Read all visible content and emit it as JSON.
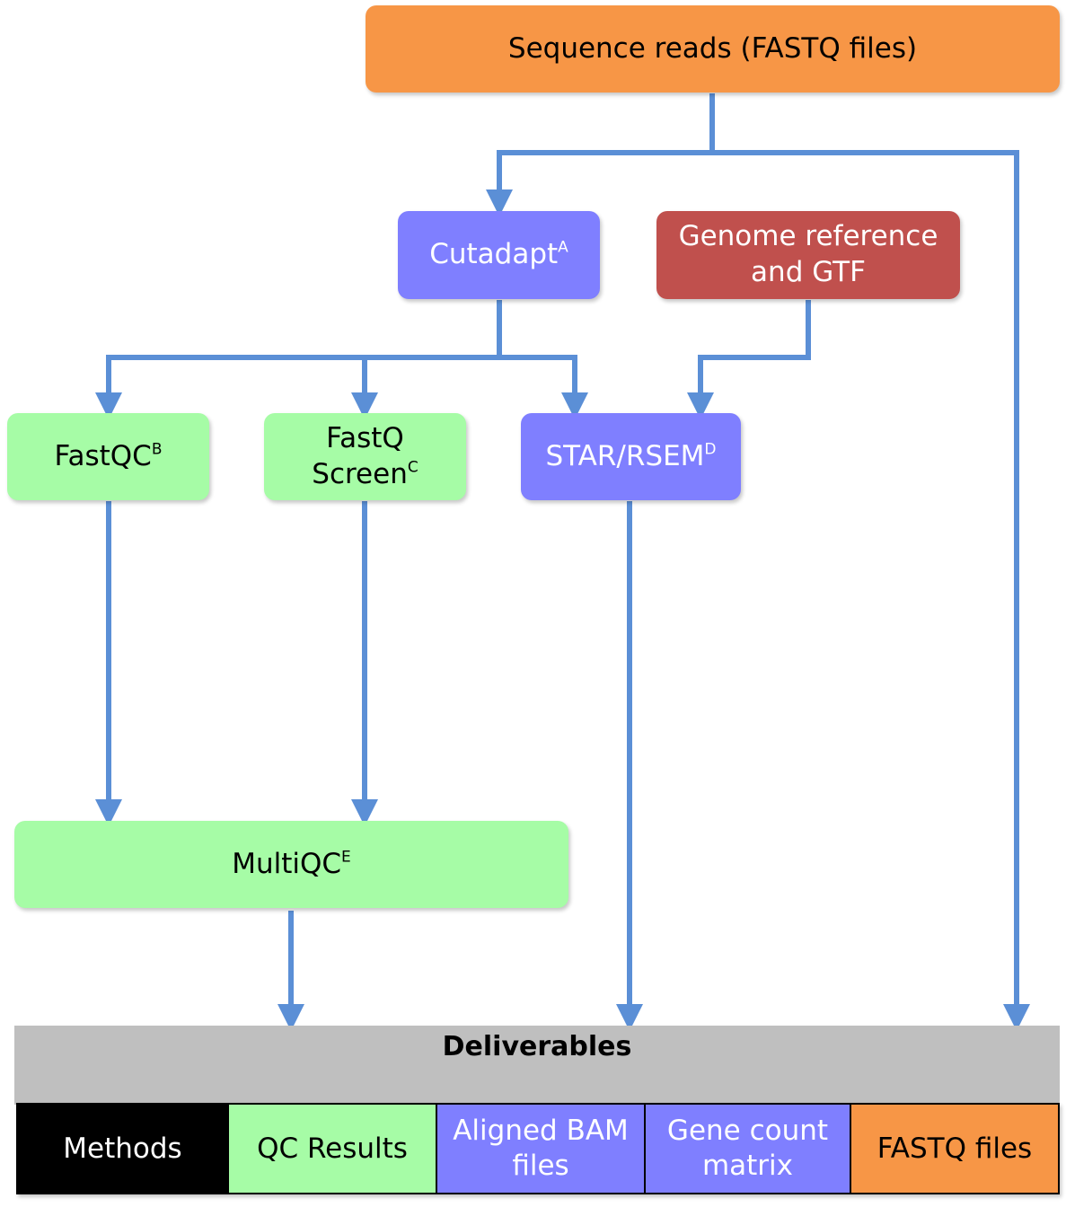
{
  "nodes": {
    "sequence_reads": {
      "label": "Sequence reads (FASTQ files)"
    },
    "cutadapt": {
      "label": "Cutadapt",
      "sup": "A"
    },
    "genome_reference": {
      "line1": "Genome reference",
      "line2": "and GTF"
    },
    "fastqc": {
      "label": "FastQC",
      "sup": "B"
    },
    "fastq_screen": {
      "line1": "FastQ",
      "line2": "Screen",
      "sup": "C"
    },
    "star_rsem": {
      "label": "STAR/RSEM",
      "sup": "D"
    },
    "multiqc": {
      "label": "MultiQC",
      "sup": "E"
    }
  },
  "deliverables": {
    "title": "Deliverables",
    "items": [
      {
        "label": "Methods"
      },
      {
        "label": "QC Results"
      },
      {
        "line1": "Aligned BAM",
        "line2": "files"
      },
      {
        "line1": "Gene count",
        "line2": "matrix"
      },
      {
        "label": "FASTQ files"
      }
    ]
  },
  "colors": {
    "arrow": "#5b8fd6",
    "orange": "#f79646",
    "purple": "#7f7fff",
    "red": "#c0504d",
    "green": "#a6fca6",
    "gray": "#bfbfbf",
    "black": "#000000"
  }
}
